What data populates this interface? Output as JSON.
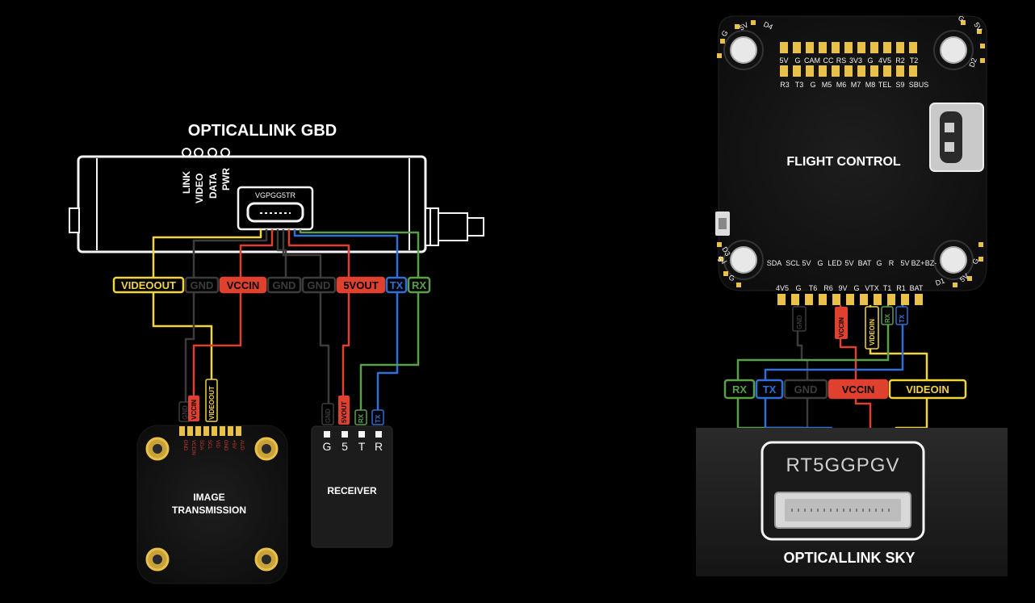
{
  "colors": {
    "background": "#000000",
    "yellow": "#f1d53a",
    "red": "#e0402e",
    "blue": "#2f6fd6",
    "green": "#5aa04a",
    "black_wire": "#3c3c3c",
    "gray_wire": "#8a8a8a",
    "white": "#f5f5f5",
    "gold": "#e8c04a"
  },
  "gbd": {
    "title": "OPTICALLINK GBD",
    "leds": [
      "LINK",
      "VIDEO",
      "DATA",
      "PWR"
    ],
    "connector_label": "VGPGG5TR",
    "tags": [
      "VIDEOOUT",
      "GND",
      "VCCIN",
      "GND",
      "GND",
      "5VOUT",
      "TX",
      "RX"
    ]
  },
  "image_transmission": {
    "title_line1": "IMAGE",
    "title_line2": "TRANSMISSION",
    "wire_tags": [
      "GND",
      "VCCIN",
      "VIDEOOUT"
    ],
    "pads": [
      "GND",
      "VCCIN",
      "SDA",
      "SCL",
      "VID",
      "GND",
      "+5V",
      "AUD"
    ]
  },
  "receiver": {
    "title": "RECEIVER",
    "wire_tags": [
      "GND",
      "5VOUT",
      "RX",
      "TX"
    ],
    "pins": [
      "G",
      "5",
      "T",
      "R"
    ]
  },
  "flight_control": {
    "title": "FLIGHT CONTROL",
    "top_row1": [
      "5V",
      "G",
      "CAM",
      "CC",
      "RS",
      "3V3",
      "G",
      "4V5",
      "R2",
      "T2"
    ],
    "top_row2": [
      "R3",
      "T3",
      "G",
      "M5",
      "M6",
      "M7",
      "M8",
      "TEL",
      "S9",
      "SBUS"
    ],
    "bottom_row1": [
      "SDA",
      "SCL",
      "5V",
      "G",
      "LED",
      "5V",
      "BAT",
      "G",
      "R",
      "5V",
      "BZ+",
      "BZ-"
    ],
    "bottom_row2": [
      "4V5",
      "G",
      "T6",
      "R6",
      "9V",
      "G",
      "VTX",
      "T1",
      "R1",
      "BAT"
    ],
    "corner_labels": [
      "D4",
      "5V",
      "G",
      "D3",
      "5V",
      "G",
      "D2",
      "5V",
      "G",
      "D1",
      "5V",
      "G"
    ],
    "wire_tags": [
      "GND",
      "VCCIN",
      "VIDEOIN",
      "RX",
      "TX"
    ]
  },
  "sky": {
    "title": "OPTICALLINK SKY",
    "connector_label": "RT5GGPGV",
    "tags": [
      "RX",
      "TX",
      "GND",
      "VCCIN",
      "VIDEOIN"
    ]
  }
}
